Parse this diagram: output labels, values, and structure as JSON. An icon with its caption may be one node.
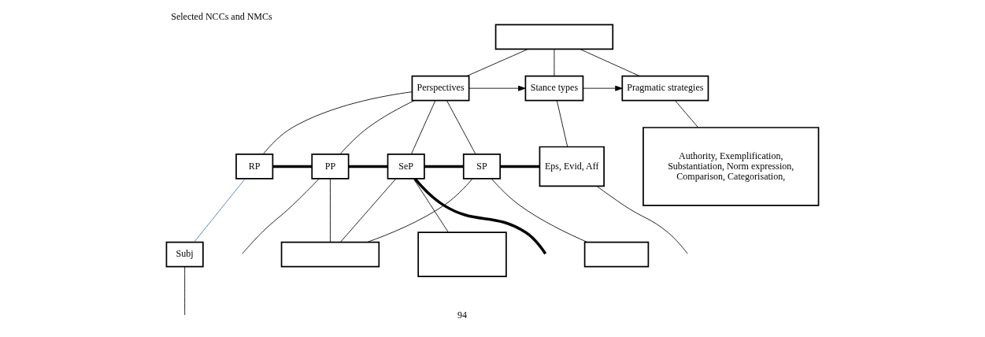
{
  "diagram": {
    "title": "Selected NCCs and NMCs",
    "nodes": [
      {
        "text": [],
        "shape": "box"
      },
      {
        "text": [
          "Perspectives"
        ]
      },
      {
        "text": [
          "Stance types"
        ]
      },
      {
        "text": [
          "Pragmatic strategies"
        ]
      },
      {
        "text": [
          "Eps, Evid, Aff"
        ]
      },
      {
        "text": [
          "Authority, Exemplification, Substantiation, Norm expression, Comparison, Categorisation,"
        ]
      },
      {
        "text": [
          "RP"
        ]
      },
      {
        "text": [
          "PP"
        ]
      },
      {
        "text": [
          "SeP"
        ]
      },
      {
        "text": [
          "SP"
        ]
      },
      {
        "text": [
          "Subj"
        ]
      },
      {
        "text": [],
        "shape": "box"
      },
      {
        "text": [],
        "shape": "box"
      },
      {
        "text": [],
        "shape": "box"
      }
    ],
    "edges": [
      {
        "from": 0,
        "to": 1,
        "arrow": "none"
      },
      {
        "from": 0,
        "to": 2,
        "arrow": "none"
      },
      {
        "from": 0,
        "to": 3,
        "arrow": "none"
      },
      {
        "from": 1,
        "to": 2,
        "arrow": "to"
      },
      {
        "from": 2,
        "to": 3,
        "arrow": "to"
      },
      {
        "from": 2,
        "to": 4,
        "arrow": "none"
      },
      {
        "from": 3,
        "to": 5,
        "arrow": "none"
      },
      {
        "from": 1,
        "to": 6,
        "arrow": "none"
      },
      {
        "from": 1,
        "to": 7,
        "arrow": "none"
      },
      {
        "from": 1,
        "to": 8,
        "arrow": "none"
      },
      {
        "from": 1,
        "to": 9,
        "arrow": "none"
      },
      {
        "from": 6,
        "to": 7,
        "arrow": "none",
        "style": "thick"
      },
      {
        "from": 7,
        "to": 8,
        "arrow": "none",
        "style": "thick"
      },
      {
        "from": 8,
        "to": 9,
        "arrow": "none",
        "style": "thick"
      },
      {
        "from": 9,
        "to": 4,
        "arrow": "none",
        "style": "thick"
      },
      {
        "from": 6,
        "to": 10,
        "arrow": "none",
        "color": "#4472c4"
      },
      {
        "from": 10,
        "to": null,
        "arrow": "none"
      },
      {
        "from": 7,
        "to": 11,
        "arrow": "none"
      },
      {
        "from": 8,
        "to": 11,
        "arrow": "none"
      },
      {
        "from": 9,
        "to": 11,
        "arrow": "none"
      },
      {
        "from": 8,
        "to": 12,
        "arrow": "none"
      },
      {
        "from": 9,
        "to": 13,
        "arrow": "none"
      },
      {
        "from": 7,
        "to": null,
        "arrow": "none"
      },
      {
        "from": 8,
        "to": null,
        "arrow": "none",
        "style": "thick"
      },
      {
        "from": 4,
        "to": null,
        "arrow": "none"
      }
    ],
    "labels": [
      "94"
    ]
  }
}
